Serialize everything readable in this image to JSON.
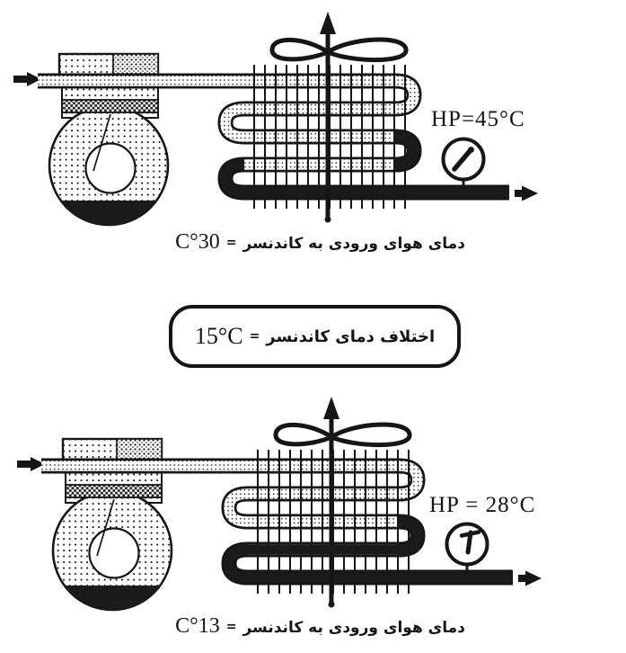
{
  "page": {
    "background": "#ffffff",
    "ink": "#161616",
    "dark_fill": "#1b1b1b"
  },
  "units": {
    "top": {
      "hp_label": "HP=45°C",
      "caption": {
        "text": "دمای هوای ورودی به کاندنسر",
        "eq": "=",
        "value": "30°C"
      }
    },
    "bottom": {
      "hp_label": "HP = 28°C",
      "caption": {
        "text": "دمای هوای ورودی به کاندنسر",
        "eq": "=",
        "value": "13°C"
      }
    }
  },
  "difference_box": {
    "text": "اختلاف دمای کاندنسر",
    "eq": "=",
    "value": "15°C"
  }
}
